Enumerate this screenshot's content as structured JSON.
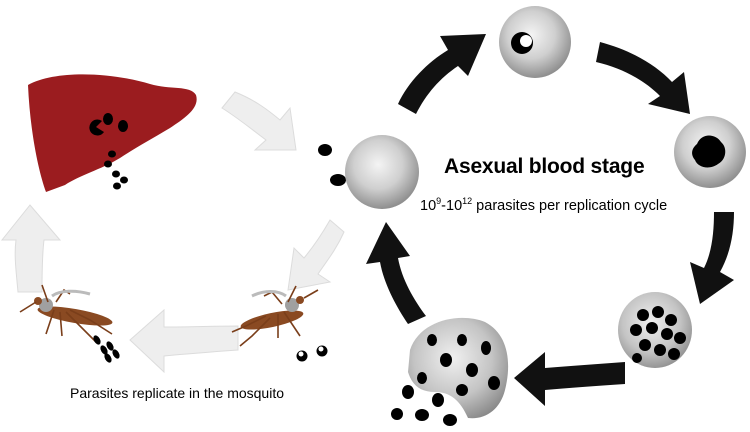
{
  "labels": {
    "title": "Asexual blood stage",
    "rate_base1": "10",
    "rate_exp1": "9",
    "rate_dash": "-",
    "rate_base2": "10",
    "rate_exp2": "12",
    "rate_tail": " parasites per replication cycle",
    "mosquito": "Parasites replicate in the mosquito"
  },
  "colors": {
    "liver": "#9b1c1f",
    "cell_light": "#f2f2f2",
    "cell_dark": "#8f8f8f",
    "cycle_arrow": "#111111",
    "pale_arrow": "#eeeeee",
    "mosquito_body": "#8a4a22",
    "parasite": "#000000"
  }
}
